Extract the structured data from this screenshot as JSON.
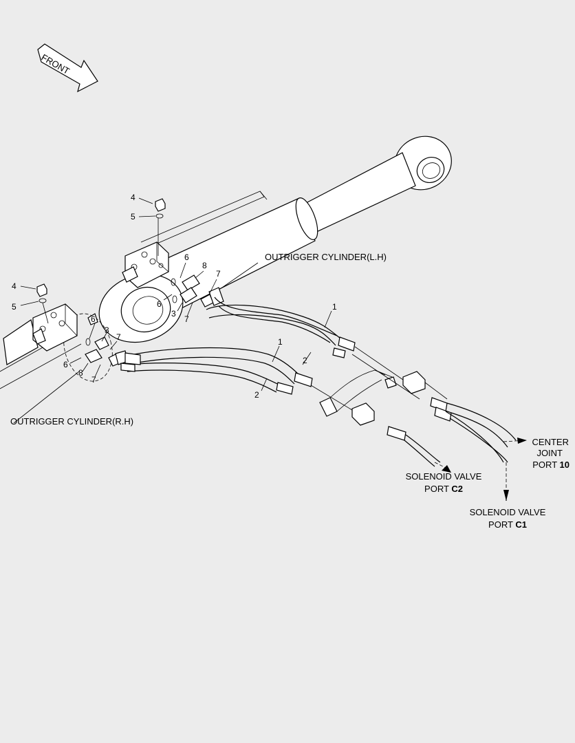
{
  "front_arrow": {
    "label": "FRONT"
  },
  "labels": {
    "cyl_lh": "OUTRIGGER CYLINDER(L.H)",
    "cyl_rh": "OUTRIGGER CYLINDER(R.H)",
    "center_joint": {
      "line1": "CENTER",
      "line2": "JOINT",
      "line3": "PORT ",
      "port": "10"
    },
    "sol_c2": {
      "line1": "SOLENOID VALVE",
      "line2": "PORT ",
      "port": "C2"
    },
    "sol_c1": {
      "line1": "SOLENOID VALVE",
      "line2": "PORT ",
      "port": "C1"
    }
  },
  "callouts": {
    "n1": "1",
    "n2": "2",
    "n3": "3",
    "n4": "4",
    "n5": "5",
    "n6": "6",
    "n7": "7",
    "n8": "8"
  }
}
